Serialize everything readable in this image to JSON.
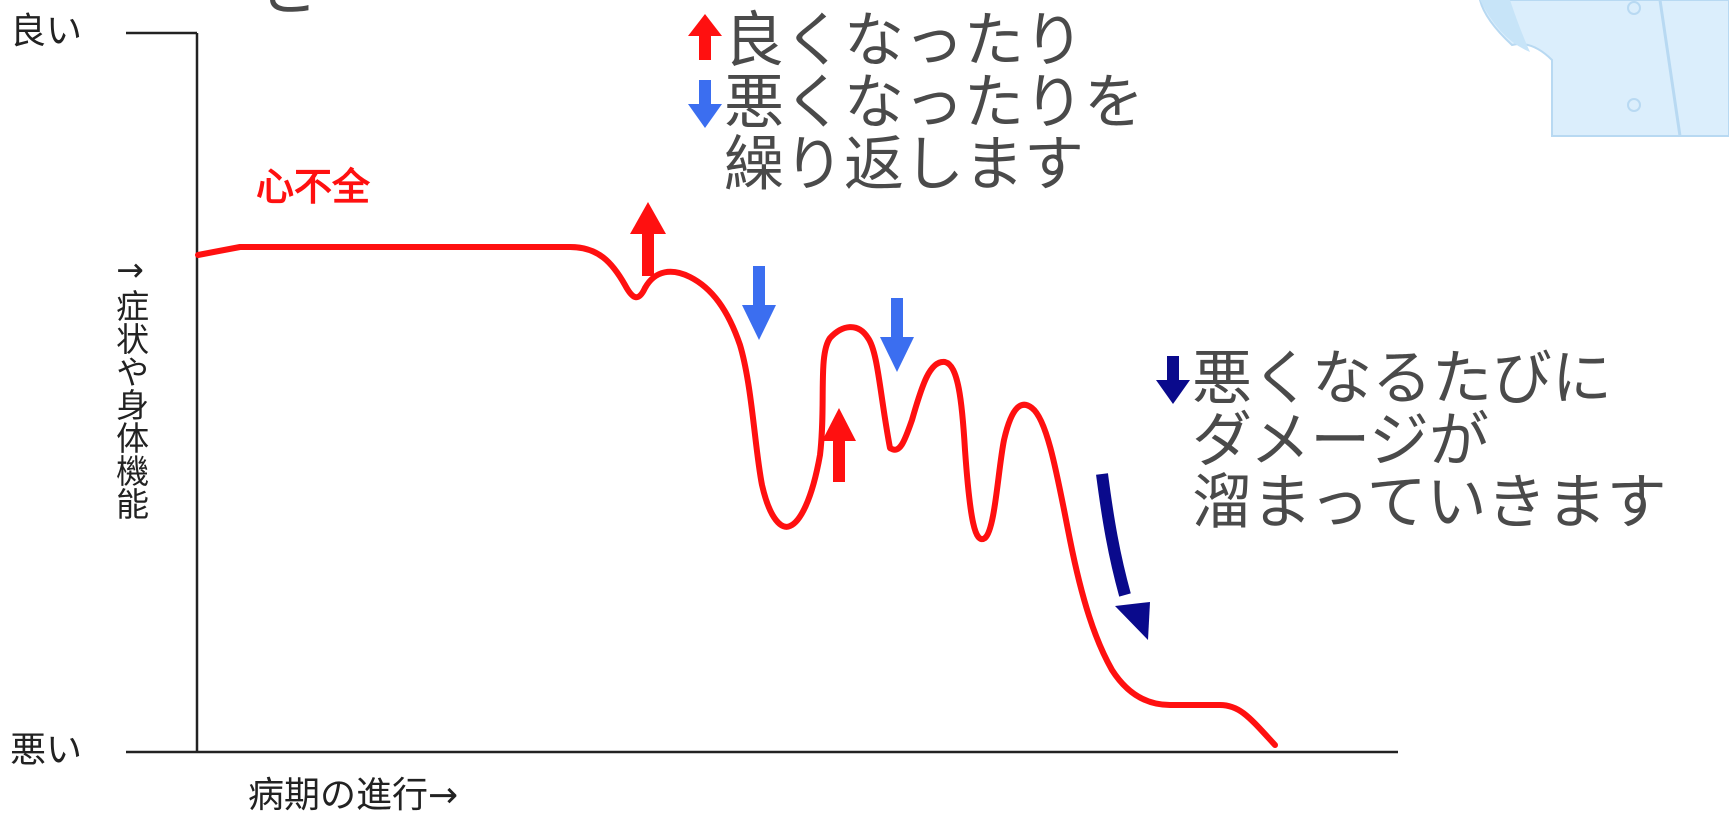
{
  "axis": {
    "top_label": "良い",
    "bottom_label": "悪い",
    "y_label": "→症状や身体機能",
    "x_label": "病期の進行→"
  },
  "series": {
    "name": "心不全",
    "color": "#ff1010"
  },
  "legend_top": {
    "line1": "良くなったり",
    "line2": "悪くなったりを",
    "line3": "繰り返します",
    "up_icon": "up-arrow-icon",
    "down_icon": "down-arrow-icon",
    "up_color": "#ff1010",
    "down_color": "#3b6ef0"
  },
  "legend_right": {
    "line1": "悪くなるたびに",
    "line2": "ダメージが",
    "line3": "溜まっていきます",
    "icon": "down-arrow-icon",
    "color": "#0a0a8c"
  },
  "clipped_title": "と",
  "colors": {
    "illustration_bg": "#dbeefc",
    "illustration_line": "#b8d9f2"
  }
}
